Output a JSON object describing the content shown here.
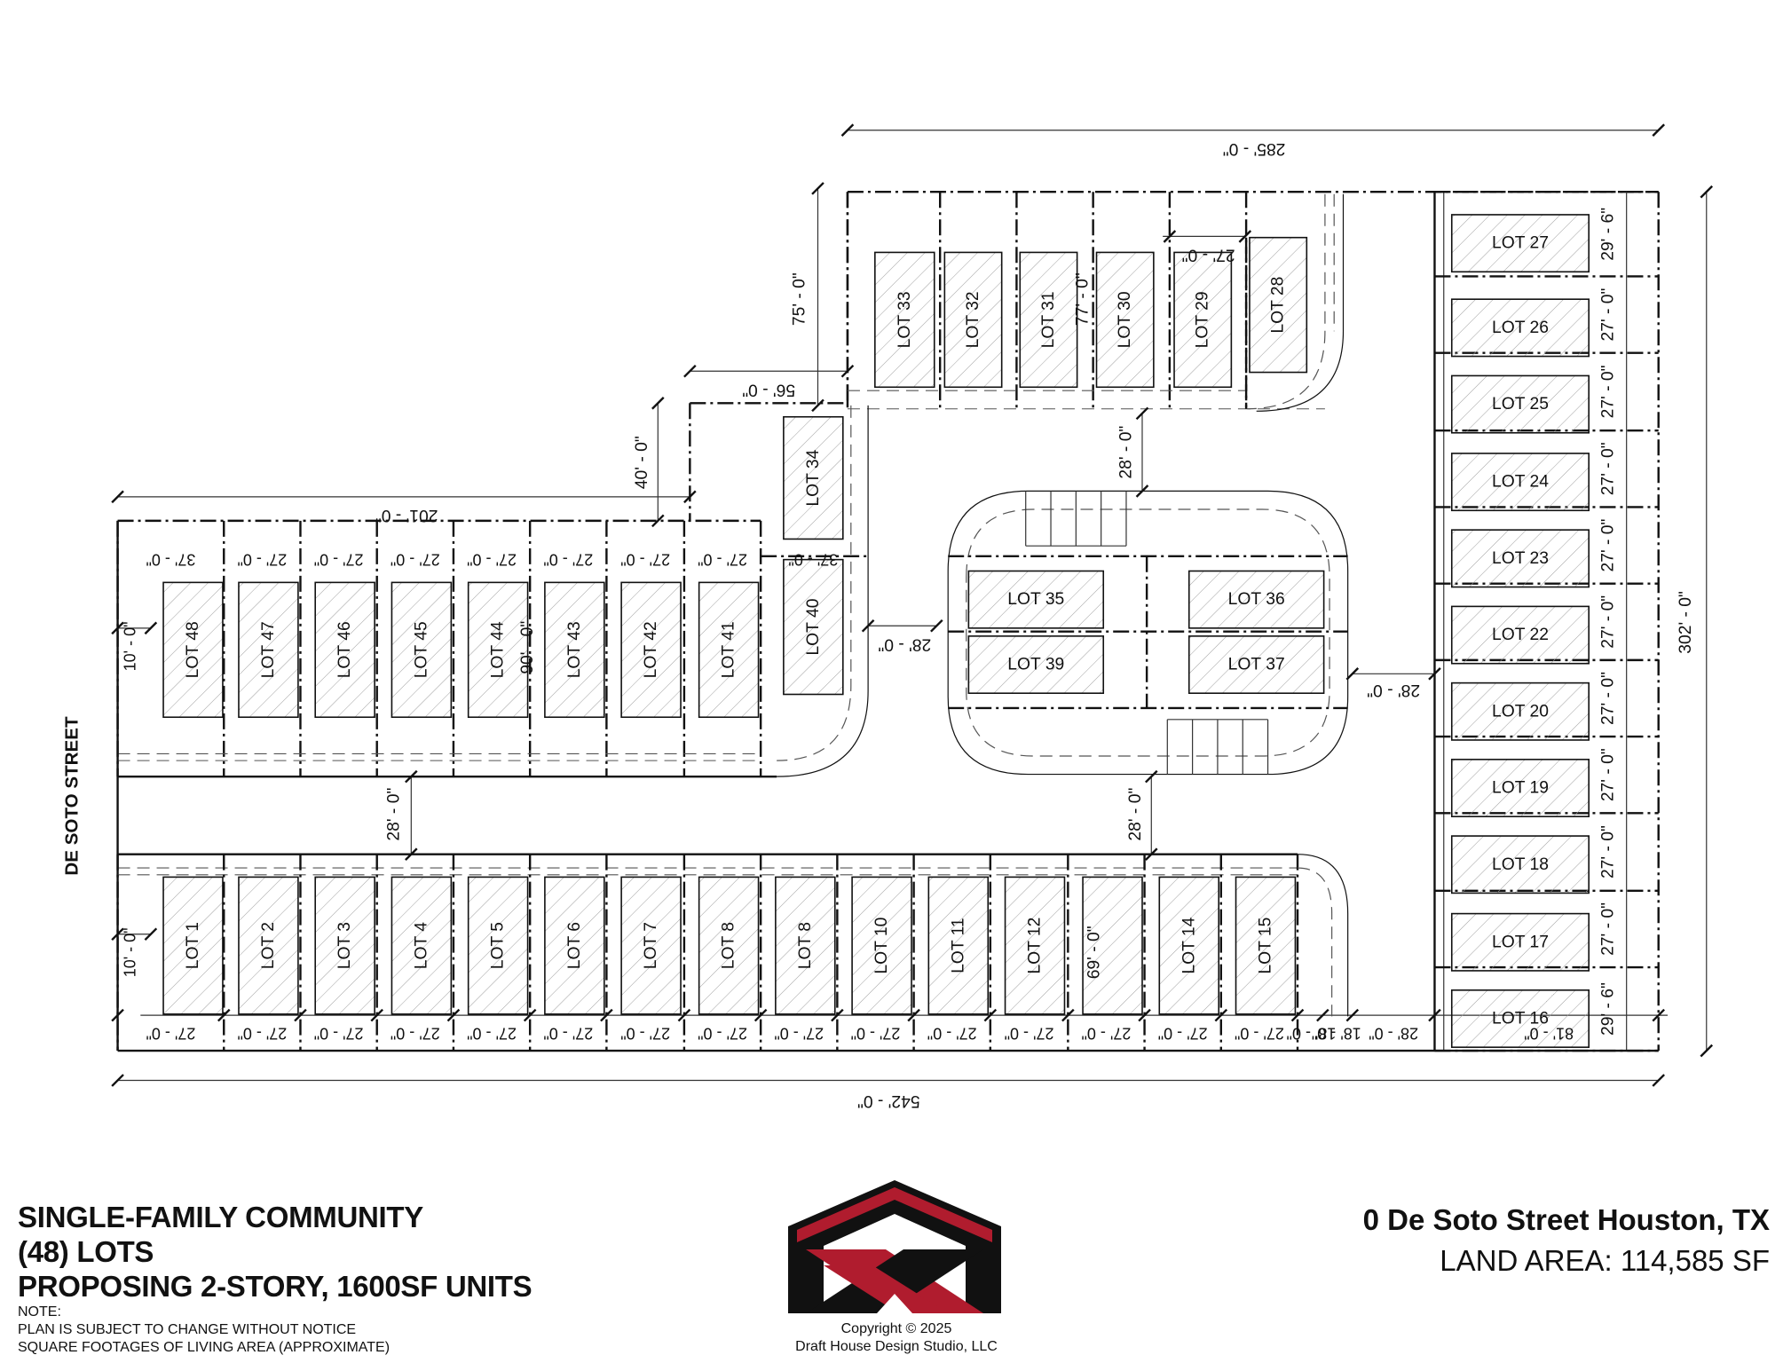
{
  "title_block": {
    "lines": [
      "SINGLE-FAMILY COMMUNITY",
      "(48) LOTS",
      "PROPOSING 2-STORY, 1600SF UNITS"
    ],
    "note_lines": [
      "NOTE:",
      "PLAN IS SUBJECT TO CHANGE WITHOUT NOTICE",
      "SQUARE FOOTAGES OF LIVING AREA (APPROXIMATE)"
    ]
  },
  "address": "0 De Soto Street Houston, TX",
  "land_area": "LAND AREA: 114,585 SF",
  "copyright": [
    "Copyright © 2025",
    "Draft House Design Studio, LLC"
  ],
  "street_label": "DE SOTO STREET",
  "logo_icon": "draft-house-logo-icon",
  "colors": {
    "logo_red": "#b01c2e",
    "logo_black": "#111111",
    "hatch": "#9a9a9a"
  },
  "lots": {
    "bottom_row": [
      "LOT 1",
      "LOT 2",
      "LOT 3",
      "LOT 4",
      "LOT 5",
      "LOT 6",
      "LOT 7",
      "LOT 8",
      "LOT 8",
      "LOT 10",
      "LOT 11",
      "LOT 12",
      "",
      "LOT 14",
      "LOT 15"
    ],
    "middle_row": [
      "LOT 48",
      "LOT 47",
      "LOT 46",
      "LOT 45",
      "LOT 44",
      "LOT 43",
      "LOT 42",
      "LOT 41"
    ],
    "upper_row": [
      "LOT 33",
      "LOT 32",
      "LOT 31",
      "LOT 30",
      "LOT 29",
      "LOT 28"
    ],
    "right_column": [
      "LOT 27",
      "LOT 26",
      "LOT 25",
      "LOT 24",
      "LOT 23",
      "LOT 22",
      "LOT 20",
      "LOT 19",
      "LOT 18",
      "LOT 17",
      "LOT 16"
    ],
    "island": [
      "LOT 35",
      "LOT 36",
      "LOT 39",
      "LOT 37"
    ],
    "lot_34": "LOT 34",
    "lot_40": "LOT 40"
  },
  "dimensions": {
    "overall_width": "542' - 0\"",
    "overall_height": "302' - 0\"",
    "top_width": "285' - 0\"",
    "left_block_width": "201' - 0\"",
    "jog_width": "56' - 0\"",
    "jog_height": "40' - 0\"",
    "upper_depth": "75' - 0\"",
    "upper_lot_depth": "77' - 0\"",
    "lot29_width": "27' - 0\"",
    "middle_lot_depth": "90' - 0\"",
    "bottom_lot_depth": "69' - 0\"",
    "lot48_width": "37' - 0\"",
    "lot40_width": "37' - 0\"",
    "lot_width": "27' - 0\"",
    "setback_10": "10' - 0\"",
    "road_28": "28' - 0\"",
    "bottom_extra": [
      "18' - 0\"",
      "18' - 0\"",
      "28' - 0\"",
      "81' - 0\""
    ],
    "right_top": "29' - 6\"",
    "right_bottom": "29' - 6\""
  }
}
